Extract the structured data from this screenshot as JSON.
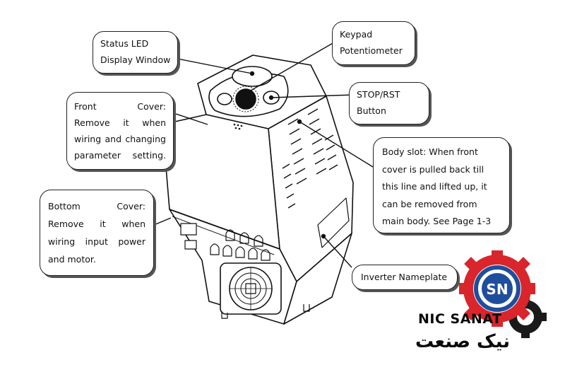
{
  "callouts": {
    "status_led": {
      "lines": [
        "Status LED",
        "Display Window"
      ]
    },
    "keypad_pot": {
      "lines": [
        "Keypad",
        "Potentiometer"
      ]
    },
    "stop_rst": {
      "lines": [
        "STOP/RST",
        "Button"
      ]
    },
    "front_cover": {
      "lines": [
        "Front Cover:",
        "Remove it when",
        "wiring and changing",
        "parameter setting."
      ]
    },
    "body_slot": {
      "lines": [
        "Body slot: When front",
        "cover is pulled back till",
        "this line and lifted up, it",
        "can be removed from",
        "main body. See Page 1-3"
      ]
    },
    "bottom_cover": {
      "lines": [
        "Bottom Cover:",
        "Remove it when",
        "wiring input power",
        "and motor."
      ]
    },
    "nameplate": {
      "lines": [
        "Inverter Nameplate"
      ]
    }
  },
  "logo": {
    "latin": "NIC SANAT",
    "persian": "نیک صنعت",
    "emblem_letters": "SN",
    "colors": {
      "gear": "#d8262c",
      "ring": "#1f4e9c",
      "dark_gear": "#1a1a1a"
    }
  }
}
